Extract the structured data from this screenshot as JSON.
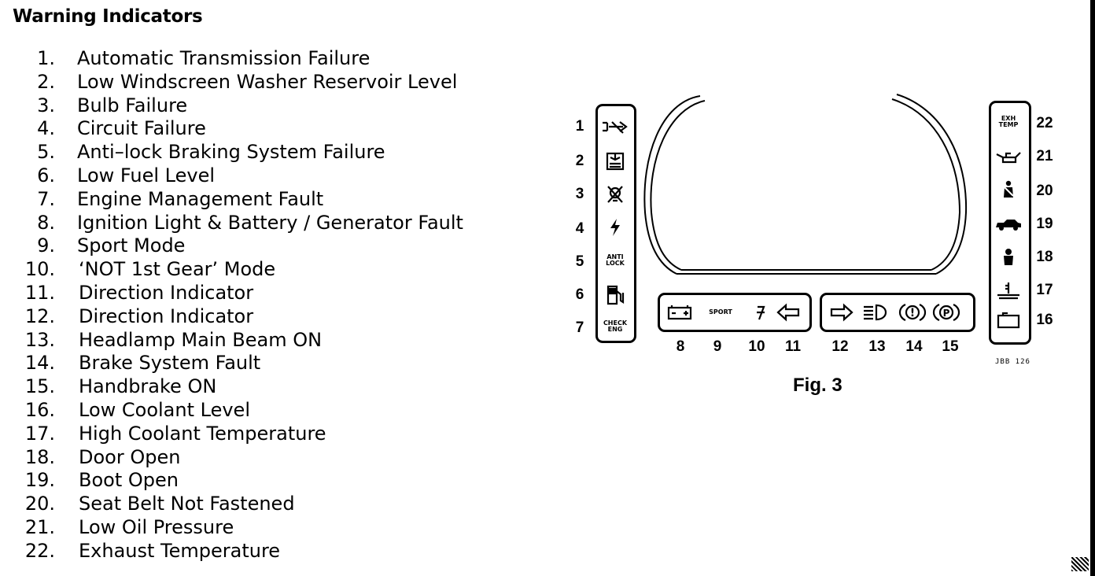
{
  "heading": "Warning Indicators",
  "items": [
    {
      "num": "1.",
      "text": "Automatic Transmission Failure"
    },
    {
      "num": "2.",
      "text": "Low Windscreen Washer Reservoir Level"
    },
    {
      "num": "3.",
      "text": "Bulb Failure"
    },
    {
      "num": "4.",
      "text": "Circuit Failure"
    },
    {
      "num": "5.",
      "text": "Anti–lock Braking System Failure"
    },
    {
      "num": "6.",
      "text": "Low Fuel Level"
    },
    {
      "num": "7.",
      "text": "Engine Management Fault"
    },
    {
      "num": "8.",
      "text": "Ignition Light & Battery / Generator Fault"
    },
    {
      "num": "9.",
      "text": "Sport Mode"
    },
    {
      "num": "10.",
      "text": "‘NOT 1st Gear’ Mode"
    },
    {
      "num": "11.",
      "text": "Direction Indicator"
    },
    {
      "num": "12.",
      "text": "Direction Indicator"
    },
    {
      "num": "13.",
      "text": "Headlamp Main Beam ON"
    },
    {
      "num": "14.",
      "text": "Brake System Fault"
    },
    {
      "num": "15.",
      "text": "Handbrake ON"
    },
    {
      "num": "16.",
      "text": "Low Coolant Level"
    },
    {
      "num": "17.",
      "text": "High Coolant Temperature"
    },
    {
      "num": "18.",
      "text": "Door Open"
    },
    {
      "num": "19.",
      "text": "Boot Open"
    },
    {
      "num": "20.",
      "text": "Seat Belt Not Fastened"
    },
    {
      "num": "21.",
      "text": "Low Oil Pressure"
    },
    {
      "num": "22.",
      "text": "Exhaust Temperature"
    }
  ],
  "figure": {
    "caption": "Fig. 3",
    "ref_code": "JBB 126",
    "callouts": [
      "1",
      "2",
      "3",
      "4",
      "5",
      "6",
      "7",
      "8",
      "9",
      "10",
      "11",
      "12",
      "13",
      "14",
      "15",
      "16",
      "17",
      "18",
      "19",
      "20",
      "21",
      "22"
    ],
    "lamp_text": {
      "anti_lock_line1": "ANTI",
      "anti_lock_line2": "LOCK",
      "check_line1": "CHECK",
      "check_line2": "ENG",
      "sport": "SPORT",
      "exh_line1": "EXH",
      "exh_line2": "TEMP"
    }
  }
}
